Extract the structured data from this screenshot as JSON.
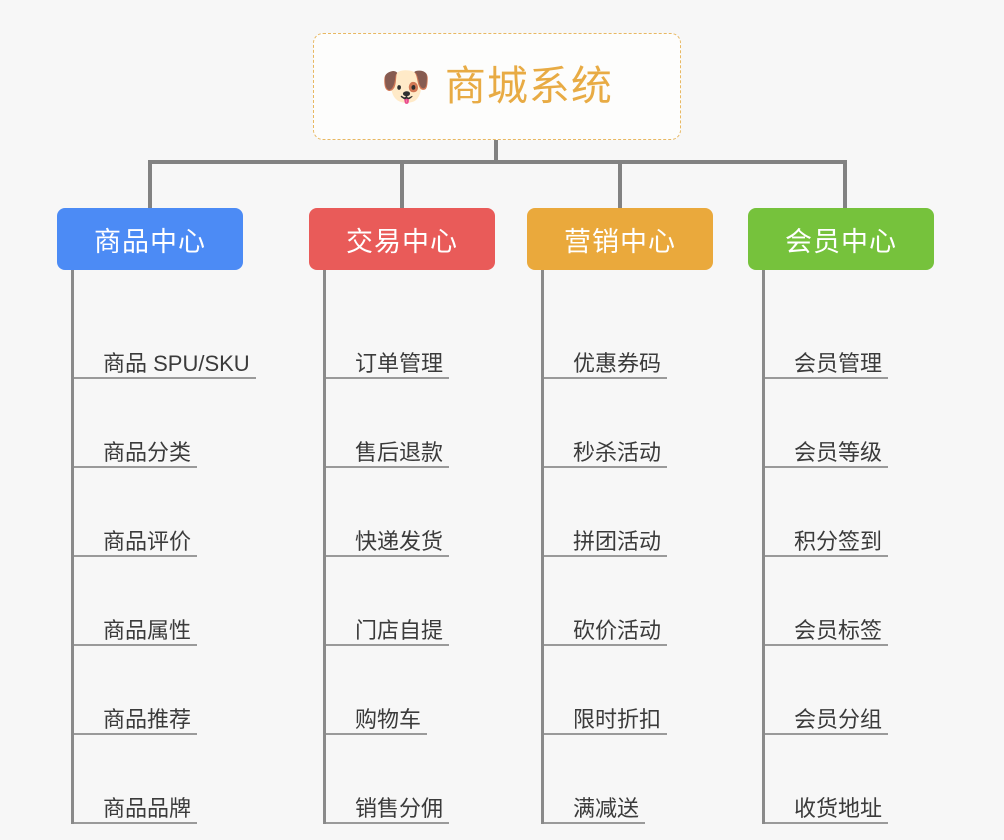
{
  "diagram": {
    "title": "商城系统",
    "root": {
      "icon": "shiba-dog-face-emoji",
      "emoji": "🐶",
      "label": "商城系统",
      "text_color": "#e8ab44",
      "border_color": "#e8b862",
      "background": "#fdfdfc"
    },
    "background_color": "#f7f7f7",
    "line_color": "#828282",
    "branches": [
      {
        "label": "商品中心",
        "color": "#4c8bf5",
        "text_color": "#ffffff",
        "items": [
          "商品 SPU/SKU",
          "商品分类",
          "商品评价",
          "商品属性",
          "商品推荐",
          "商品品牌"
        ]
      },
      {
        "label": "交易中心",
        "color": "#e95b59",
        "text_color": "#ffffff",
        "items": [
          "订单管理",
          "售后退款",
          "快递发货",
          "门店自提",
          "购物车",
          "销售分佣"
        ]
      },
      {
        "label": "营销中心",
        "color": "#eaa93c",
        "text_color": "#ffffff",
        "items": [
          "优惠券码",
          "秒杀活动",
          "拼团活动",
          "砍价活动",
          "限时折扣",
          "满减送"
        ]
      },
      {
        "label": "会员中心",
        "color": "#76c23c",
        "text_color": "#ffffff",
        "items": [
          "会员管理",
          "会员等级",
          "积分签到",
          "会员标签",
          "会员分组",
          "收货地址"
        ]
      }
    ]
  }
}
